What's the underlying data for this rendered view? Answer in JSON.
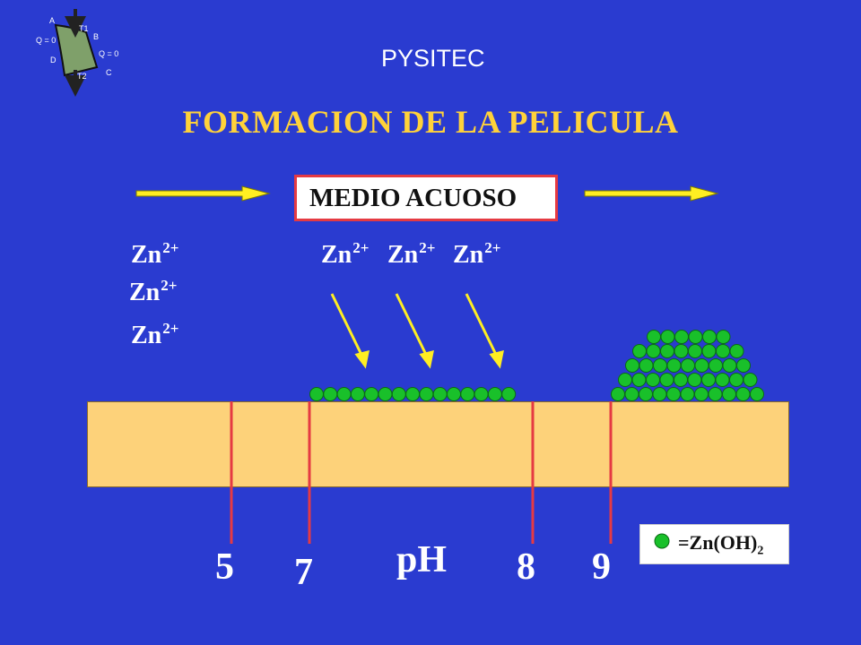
{
  "header": {
    "brand": "PYSITEC",
    "title": "FORMACION DE LA PELICULA"
  },
  "logo": {
    "labels": [
      "A",
      "T1",
      "B",
      "Q = 0",
      "Q = 0",
      "D",
      "T2",
      "C"
    ]
  },
  "medium": {
    "label": "MEDIO ACUOSO"
  },
  "ions": [
    {
      "sym": "Zn",
      "charge": "2+"
    },
    {
      "sym": "Zn",
      "charge": "2+"
    },
    {
      "sym": "Zn",
      "charge": "2+"
    },
    {
      "sym": "Zn",
      "charge": "2+"
    },
    {
      "sym": "Zn",
      "charge": "2+"
    },
    {
      "sym": "Zn",
      "charge": "2+"
    }
  ],
  "ph_scale": {
    "label": "pH",
    "ticks": [
      "5",
      "7",
      "8",
      "9"
    ]
  },
  "legend": {
    "label": "=Zn(OH)",
    "subscript": "2",
    "color": "#19c02a"
  },
  "colors": {
    "background": "#2a3bd0",
    "title": "#ffd23a",
    "substrate": "#fdd27a",
    "marker": "#e53a43",
    "arrow": "#ffee22"
  }
}
